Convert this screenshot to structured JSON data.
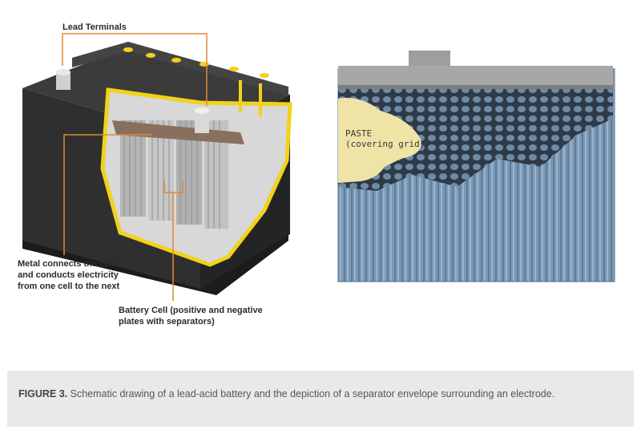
{
  "labels": {
    "lead_terminals": "Lead Terminals",
    "metal_connects": "Metal connects the cells\nand conducts electricity\nfrom one cell to the next",
    "battery_cell": "Battery Cell (positive and negative\nplates with separators)",
    "paste": "PASTE\n(covering grid)"
  },
  "caption": {
    "figure_label": "FIGURE 3.",
    "text": "Schematic drawing of a lead-acid battery and the depiction of a separator envelope surrounding an electrode."
  },
  "colors": {
    "callout_orange": "#e08a2e",
    "battery_yellow": "#f2d21b",
    "battery_body": "#2a2a2a",
    "separator_blue": "#7a98b5",
    "paste_cream": "#efe3a6",
    "caption_background": "#e9e9e9"
  },
  "icons": {
    "battery": "lead-acid-battery-cutaway-illustration",
    "separator": "separator-envelope-illustration"
  }
}
